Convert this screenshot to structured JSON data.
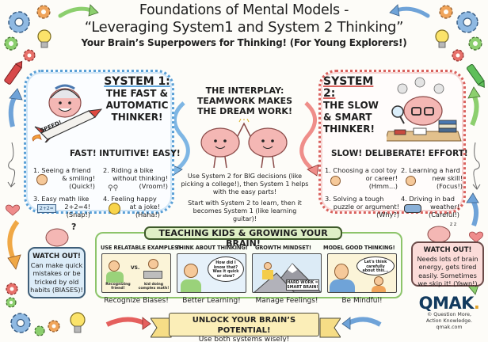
{
  "header": {
    "title_line1": "Foundations of Mental Models -",
    "title_line2": "“Leveraging System1 and System 2 Thinking”",
    "subtitle": "Your Brain’s Superpowers for Thinking! (For Young Explorers!)"
  },
  "system1": {
    "heading": "SYSTEM 1:",
    "subheading": [
      "THE FAST &",
      "AUTOMATIC",
      "THINKER!"
    ],
    "rocket_label": "SPEED!",
    "tagline": "FAST! INTUITIVE! EASY!",
    "color": "#5aa0d6",
    "examples": [
      {
        "text": "1. Seeing a friend",
        "text2": "& smiling!",
        "note": "(Quick!)",
        "icon": "girl-face-icon"
      },
      {
        "text": "2. Riding a bike",
        "text2": "without thinking!",
        "note": "(Vroom!)",
        "icon": "bicycle-icon"
      },
      {
        "text": "3. Easy math like",
        "text2": "2+2=4!",
        "note": "(Snap!)",
        "icon": "math-card-icon",
        "icon_text": "2+2="
      },
      {
        "text": "4. Feeling happy",
        "text2": "at a joke!",
        "note": "(Haha!)",
        "icon": "laughing-emoji-icon"
      }
    ]
  },
  "interplay": {
    "heading": "THE INTERPLAY:",
    "subheading": [
      "TEAMWORK MAKES",
      "THE DREAM WORK!"
    ],
    "paragraph1": "Use System 2 for BIG decisions (like picking a college!), then System 1 helps with the easy parts!",
    "paragraph2": "Start with System 2 to learn, then it becomes System 1 (like learning guitar)!"
  },
  "system2": {
    "heading": "SYSTEM 2:",
    "subheading": [
      "THE SLOW",
      "& SMART",
      "THINKER!"
    ],
    "tagline": "SLOW! DELIBERATE! EFFORT!",
    "color": "#d9625e",
    "examples": [
      {
        "text": "1. Choosing a cool toy",
        "text2": "or career!",
        "note": "(Hmm...)",
        "icon": "thinking-boy-icon"
      },
      {
        "text": "2. Learning a hard",
        "text2": "new skill!",
        "note": "(Focus!)",
        "icon": "focused-boy-icon"
      },
      {
        "text": "3. Solving a tough",
        "text2": "puzzle or argument!",
        "note": "(Why?)",
        "icon": ""
      },
      {
        "text": "4. Driving in bad",
        "text2": "weather!",
        "note": "(Careful!)",
        "icon": "car-icon"
      }
    ]
  },
  "watch_left": {
    "heading": "WATCH OUT!",
    "body": [
      "Can make quick",
      "mistakes or be",
      "tricked by old",
      "habits (BIASES)!"
    ],
    "question_mark": "?"
  },
  "watch_right": {
    "heading": "WATCH OUT!",
    "body": [
      "Needs lots of brain",
      "energy, gets tired",
      "easily. Sometimes",
      "we skip it! (Yawn!)"
    ],
    "sleep_mark": "z z"
  },
  "teaching": {
    "banner": "TEACHING KIDS & GROWING YOUR BRAIN!",
    "panels": [
      {
        "label": "USE RELATABLE EXAMPLES!",
        "caption": "Recognize Biases!",
        "left_caption": "Recognizing friend!",
        "vs": "VS.",
        "right_caption": "kid doing complex math!"
      },
      {
        "label": "THINK ABOUT THINKING!",
        "caption": "Better Learning!",
        "bubble": "How did I know that? Was it quick or slow?"
      },
      {
        "label": "GROWTH MINDSET!",
        "caption": "Manage Feelings!",
        "sign": "HARD WORK = SMART BRAIN!"
      },
      {
        "label": "MODEL GOOD THINKING!",
        "caption": "Be Mindful!",
        "bubble": "Let's think carefully about this..."
      }
    ]
  },
  "unlock": {
    "line1": "UNLOCK YOUR BRAIN’S POTENTIAL!",
    "line2": "Use both systems wisely!"
  },
  "brand": {
    "logo": "QMAK",
    "logo_dot": ".",
    "tagline1": "© Question More,",
    "tagline2": "Action Knowledge.",
    "url": "qmak.com"
  },
  "colors": {
    "blue": "#5aa0d6",
    "red": "#d9625e",
    "green": "#8cc46a",
    "yellow": "#fbeeb8",
    "navy": "#123a5e"
  }
}
